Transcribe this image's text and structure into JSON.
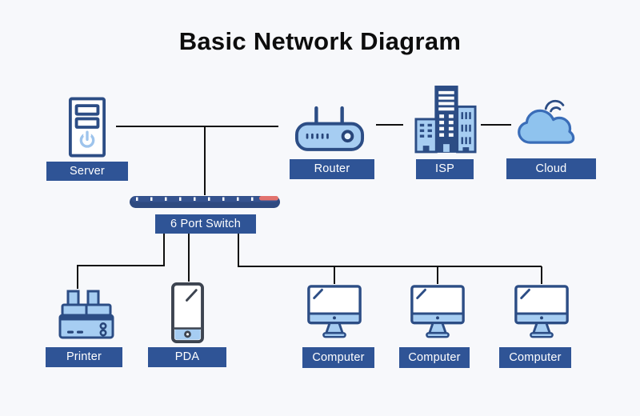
{
  "title": "Basic Network Diagram",
  "nodes": {
    "server": {
      "label": "Server"
    },
    "router": {
      "label": "Router"
    },
    "isp": {
      "label": "ISP"
    },
    "cloud": {
      "label": "Cloud"
    },
    "switch": {
      "label": "6 Port Switch"
    },
    "printer": {
      "label": "Printer"
    },
    "pda": {
      "label": "PDA"
    },
    "computer1": {
      "label": "Computer"
    },
    "computer2": {
      "label": "Computer"
    },
    "computer3": {
      "label": "Computer"
    }
  },
  "edges": [
    {
      "from": "server",
      "to": "router"
    },
    {
      "from": "router",
      "to": "isp"
    },
    {
      "from": "isp",
      "to": "cloud"
    },
    {
      "from": "server-router-link",
      "to": "switch"
    },
    {
      "from": "switch",
      "to": "printer"
    },
    {
      "from": "switch",
      "to": "pda"
    },
    {
      "from": "switch",
      "to": "computer1"
    },
    {
      "from": "switch",
      "to": "computer2"
    },
    {
      "from": "switch",
      "to": "computer3"
    }
  ],
  "colors": {
    "background": "#f7f8fb",
    "title_text": "#0d0d0d",
    "label_background": "#2f5496",
    "label_text": "#ffffff",
    "connector_line": "#101010",
    "icon_outline": "#2c4d85",
    "icon_fill_light": "#a6cdf2",
    "cloud_fill": "#8fc3ee",
    "switch_body": "#2e4a80",
    "switch_accent_red": "#e2726e",
    "pda_outline": "#3d4450"
  }
}
